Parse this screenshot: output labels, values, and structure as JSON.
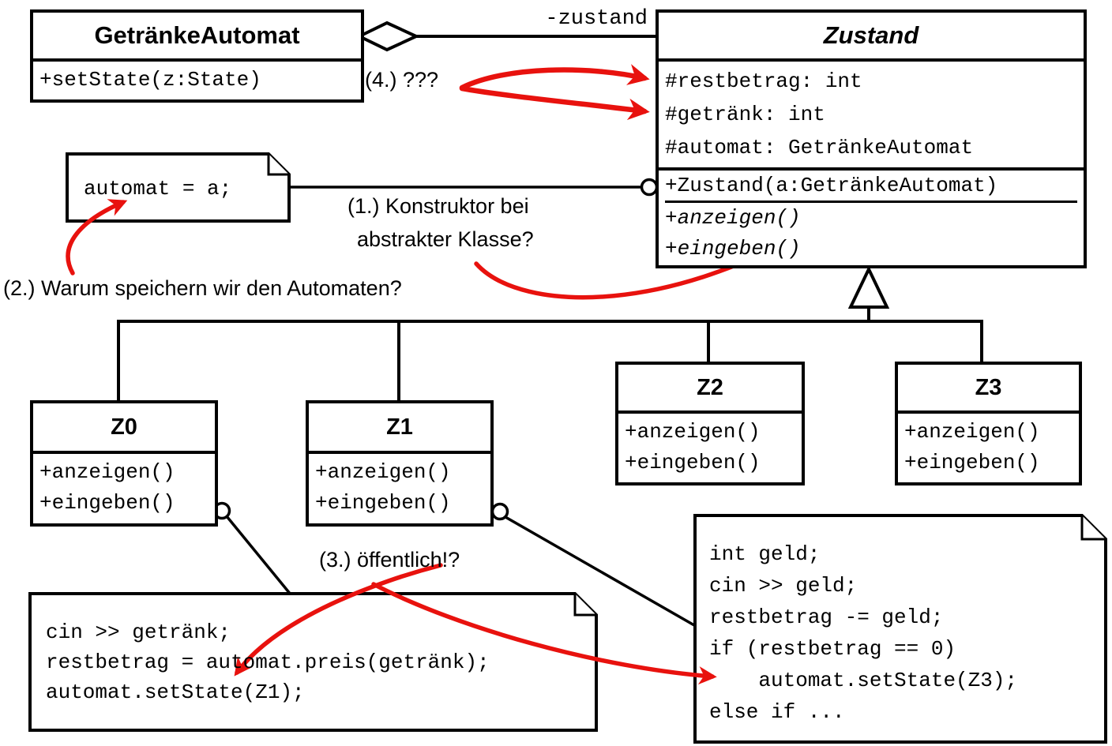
{
  "classes": {
    "getraenke_automat": {
      "title": "GetränkeAutomat",
      "methods": [
        "+setState(z:State)"
      ]
    },
    "zustand": {
      "title": "Zustand",
      "attributes": [
        "#restbetrag: int",
        "#getränk: int",
        "#automat: GetränkeAutomat"
      ],
      "constructor": "+Zustand(a:GetränkeAutomat)",
      "methods": [
        "+anzeigen()",
        "+eingeben()"
      ]
    },
    "z0": {
      "title": "Z0",
      "methods": [
        "+anzeigen()",
        "+eingeben()"
      ]
    },
    "z1": {
      "title": "Z1",
      "methods": [
        "+anzeigen()",
        "+eingeben()"
      ]
    },
    "z2": {
      "title": "Z2",
      "methods": [
        "+anzeigen()",
        "+eingeben()"
      ]
    },
    "z3": {
      "title": "Z3",
      "methods": [
        "+anzeigen()",
        "+eingeben()"
      ]
    }
  },
  "notes": {
    "automat_note": {
      "lines": [
        "automat = a;"
      ]
    },
    "z0_note": {
      "lines": [
        "cin >> getränk;",
        "restbetrag = automat.preis(getränk);",
        "automat.setState(Z1);"
      ]
    },
    "z1_note": {
      "lines": [
        "int geld;",
        "cin >> geld;",
        "restbetrag -= geld;",
        "if (restbetrag == 0)",
        "    automat.setState(Z3);",
        "else if ..."
      ]
    }
  },
  "labels": {
    "association_role": "-zustand",
    "annotation1_line1": "(1.) Konstruktor bei",
    "annotation1_line2": "abstrakter Klasse?",
    "annotation2": "(2.) Warum speichern wir den Automaten?",
    "annotation3": "(3.) öffentlich!?",
    "annotation4": "(4.) ???"
  },
  "colors": {
    "annotation_red": "#e8120e",
    "line_black": "#000000",
    "background": "#ffffff"
  }
}
